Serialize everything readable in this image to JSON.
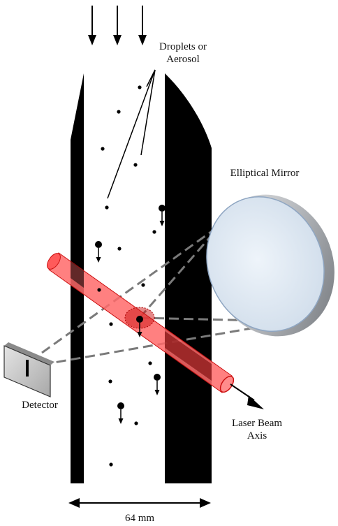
{
  "labels": {
    "droplets_line1": "Droplets or",
    "droplets_line2": "Aerosol",
    "mirror": "Elliptical Mirror",
    "detector": "Detector",
    "laser_line1": "Laser Beam",
    "laser_line2": "Axis",
    "width": "64 mm"
  },
  "colors": {
    "wall": "#000000",
    "laser_fill": "#ff6a6a",
    "laser_stroke": "#cc1111",
    "mirror_face": "#dce8f4",
    "mirror_rim": "#9aa0a6",
    "dash": "#7a7a7a",
    "detector_face": "#c8c8c8"
  },
  "particle_count_dots": 14,
  "particle_count_falling": 5
}
